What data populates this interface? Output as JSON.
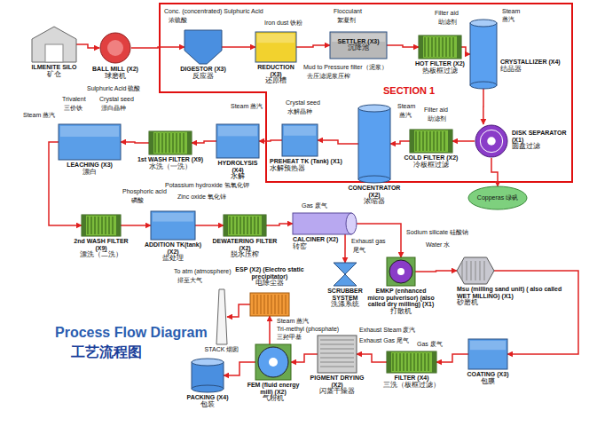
{
  "diagram": {
    "title": "Process Flow Diagram",
    "nodes": [
      {
        "text": [
          "ILMENITE SILO",
          "矿仓"
        ]
      },
      {
        "text": [
          "BALL MILL (X2)",
          "球磨机"
        ]
      },
      {
        "text": [
          "DIGESTOR (X3)",
          "反应器"
        ]
      },
      {
        "text": [
          "REDUCTION (X3)",
          "还原槽"
        ]
      },
      {
        "text": [
          "SETTLER (X3)",
          "沉降池"
        ]
      },
      {
        "text": [
          "HOT FILTER (X2)",
          "热板框过滤"
        ]
      },
      {
        "text": [
          "CRYSTALLIZER (X4)",
          "结晶器"
        ]
      },
      {
        "text": [
          "DISK SEPARATOR (X1)",
          "圆盘过滤"
        ]
      },
      {
        "text": [
          "Copperas 绿矾"
        ]
      },
      {
        "text": [
          "COLD FILTER (X2)",
          "冷板框过滤"
        ]
      },
      {
        "text": [
          "CONCENTRATOR (X2)",
          "浓缩器"
        ]
      },
      {
        "text": [
          "PREHEAT TK (Tank) (X1)",
          "水解预热器"
        ]
      },
      {
        "text": [
          "HYDROLYSIS (X4)",
          "水解"
        ]
      },
      {
        "text": [
          "1st WASH FILTER (X9)",
          "水洗（一洗）"
        ]
      },
      {
        "text": [
          "LEACHING (X3)",
          "漂白"
        ]
      },
      {
        "text": [
          "2nd WASH FILTER (X9)",
          "漂洗（二洗）"
        ]
      },
      {
        "text": [
          "ADDITION TK(tank) (X2)",
          "盐处理"
        ]
      },
      {
        "text": [
          "DEWATERING FILTER (X2)",
          "脱水压榨"
        ]
      },
      {
        "text": [
          "CALCINER (X2)",
          "转窑"
        ]
      },
      {
        "text": [
          "SCRUBBER SYSTEM",
          "洗涤系统"
        ]
      },
      {
        "text": [
          "EMKP (enhanced micro pulverisor) (also called dry milling) (X1)",
          "打散机"
        ]
      },
      {
        "text": [
          "Msu (milling sand unit) ( also called WET MILLING) (X1)",
          "砂磨机"
        ]
      },
      {
        "text": [
          "ESP (X2) (Electro static precipitator)",
          "电除尘器"
        ]
      },
      {
        "text": [
          "STACK 烟囱"
        ]
      },
      {
        "text": [
          "PACKING (X4)",
          "包装"
        ]
      },
      {
        "text": [
          "FEM (fluid energy mill) (X2)",
          "气粉机"
        ]
      },
      {
        "text": [
          "PIGMENT DRYING (X2)",
          "闪蒸干燥器"
        ]
      },
      {
        "text": [
          "FILTER (X4)",
          "三洗（板框过滤）"
        ]
      },
      {
        "text": [
          "COATING (X3)",
          "包膜"
        ]
      }
    ],
    "edges": [
      {
        "from": 0,
        "to": 1,
        "arrow": "to"
      },
      {
        "from": 1,
        "to": 2,
        "arrow": "to"
      },
      {
        "from": 2,
        "to": 3,
        "arrow": "to"
      },
      {
        "from": 3,
        "to": 4,
        "arrow": "to"
      },
      {
        "from": 4,
        "to": 5,
        "arrow": "to"
      },
      {
        "from": 5,
        "to": 6,
        "arrow": "to"
      },
      {
        "from": 6,
        "to": 7,
        "arrow": "to"
      },
      {
        "from": 7,
        "to": 8,
        "arrow": "to"
      },
      {
        "from": 7,
        "to": 9,
        "arrow": "to"
      },
      {
        "from": 9,
        "to": 10,
        "arrow": "to"
      },
      {
        "from": 10,
        "to": 11,
        "arrow": "to"
      },
      {
        "from": 11,
        "to": 12,
        "arrow": "to"
      },
      {
        "from": 12,
        "to": 13,
        "arrow": "to"
      },
      {
        "from": 13,
        "to": 14,
        "arrow": "to"
      },
      {
        "from": 14,
        "to": 15,
        "arrow": "to"
      },
      {
        "from": 15,
        "to": 16,
        "arrow": "to"
      },
      {
        "from": 16,
        "to": 17,
        "arrow": "to"
      },
      {
        "from": 17,
        "to": 18,
        "arrow": "to"
      },
      {
        "from": 18,
        "to": 20,
        "arrow": "to"
      },
      {
        "from": 18,
        "to": 19,
        "arrow": "to"
      },
      {
        "from": 20,
        "to": 21,
        "arrow": "to"
      },
      {
        "from": 21,
        "to": 28,
        "arrow": "to"
      },
      {
        "from": 28,
        "to": 27,
        "arrow": "to"
      },
      {
        "from": 27,
        "to": 26,
        "arrow": "to"
      },
      {
        "from": 26,
        "to": 25,
        "arrow": "to"
      },
      {
        "from": 25,
        "to": 24,
        "arrow": "to"
      },
      {
        "from": 25,
        "to": 22,
        "arrow": "to"
      },
      {
        "from": 22,
        "to": 23,
        "arrow": "to"
      }
    ],
    "labels": [
      "Conc. (concentrated) Sulphuric Acid",
      "浓硫酸",
      "Iron dust 铁粉",
      "Flocculant",
      "絮凝剂",
      "Filter aid",
      "助滤剂",
      "Steam",
      "蒸汽",
      "Mud to Pressure filter（泥浆）",
      "去压滤泥浆压榨",
      "SECTION 1",
      "Crystal seed",
      "水解晶种",
      "Steam",
      "蒸汽",
      "Filter aid",
      "助滤剂",
      "Steam 蒸汽",
      "Sulphuric Acid 硫酸",
      "Trivalent",
      "三价铁",
      "Crystal seed",
      "漂白晶种",
      "Steam 蒸汽",
      "Potassium hydroxide 氢氧化钾",
      "Phosphoric acid",
      "磷酸",
      "Zinc oxide 氧化锌",
      "Gas 废气",
      "Sodium silicate 硅酸钠",
      "Water 水",
      "Exhaust gas",
      "尾气",
      "To atm (atmosphere)",
      "排至大气",
      "Steam 蒸汽",
      "Tri-methyl (phosphate)",
      "三羟甲基",
      "Exhaust Steam 废汽",
      "Exhaust Gas 尾气",
      "Gas 废气",
      "工艺流程图"
    ]
  }
}
